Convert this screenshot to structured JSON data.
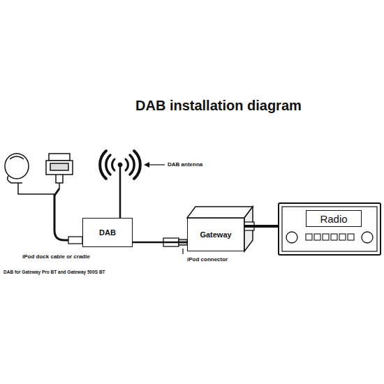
{
  "diagram": {
    "title": "DAB installation diagram",
    "caption": "DAB for Gateway Pro BT and Gateway 500S BT",
    "nodes": [
      {
        "text": [
          "DAB"
        ]
      },
      {
        "text": [
          "Gateway"
        ]
      },
      {
        "text": [
          "Radio"
        ]
      }
    ],
    "edges": [
      {
        "from": 0,
        "to": 1,
        "arrow": "none"
      },
      {
        "from": 1,
        "to": 2,
        "arrow": "none"
      }
    ],
    "labels": [
      "DAB antenna",
      "iPod dock cable or cradle",
      "iPod connector"
    ]
  }
}
